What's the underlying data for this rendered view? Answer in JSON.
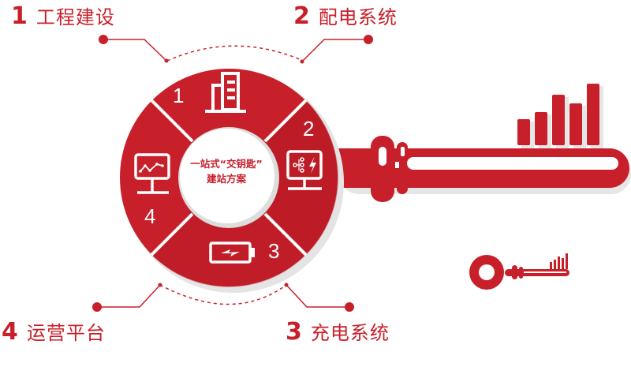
{
  "steps": [
    {
      "num": "1",
      "label": "工程建设"
    },
    {
      "num": "2",
      "label": "配电系统"
    },
    {
      "num": "3",
      "label": "充电系统"
    },
    {
      "num": "4",
      "label": "运营平台"
    }
  ],
  "center": {
    "line1": "一站式“交钥匙”",
    "line2": "建站方案"
  },
  "icons": {
    "segment1": "building-icon",
    "segment2": "monitor-distribution-lightning-icon",
    "segment3": "battery-charging-icon",
    "segment4": "monitor-line-chart-icon",
    "big_key": "key-icon",
    "small_key": "key-icon"
  },
  "colors": {
    "brand_red": "#c8202a",
    "dark_red": "#a5161f",
    "white": "#ffffff",
    "shadow": "#e3e3e3"
  }
}
